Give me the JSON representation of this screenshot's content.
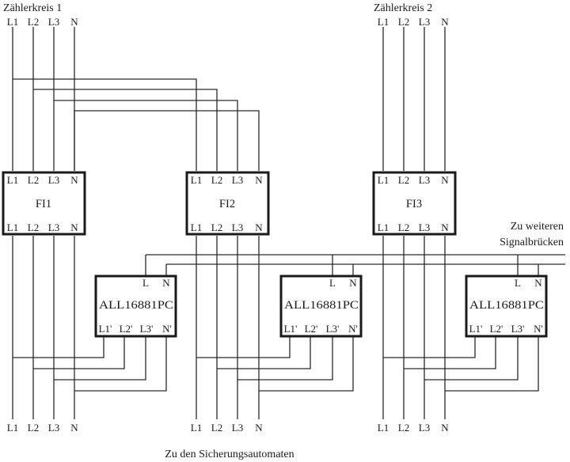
{
  "meters": [
    {
      "title": "Zählerkreis 1",
      "phases": [
        "L1",
        "L2",
        "L3",
        "N"
      ]
    },
    {
      "title": "Zählerkreis 2",
      "phases": [
        "L1",
        "L2",
        "L3",
        "N"
      ]
    }
  ],
  "fi_units": [
    {
      "name": "FI1",
      "top": [
        "L1",
        "L2",
        "L3",
        "N"
      ],
      "bottom": [
        "L1",
        "L2",
        "L3",
        "N"
      ]
    },
    {
      "name": "FI2",
      "top": [
        "L1",
        "L2",
        "L3",
        "N"
      ],
      "bottom": [
        "L1",
        "L2",
        "L3",
        "N"
      ]
    },
    {
      "name": "FI3",
      "top": [
        "L1",
        "L2",
        "L3",
        "N"
      ],
      "bottom": [
        "L1",
        "L2",
        "L3",
        "N"
      ]
    }
  ],
  "bridges": [
    {
      "name": "ALL16881PC",
      "top": [
        "L",
        "N"
      ],
      "bottom": [
        "L1'",
        "L2'",
        "L3'",
        "N'"
      ]
    },
    {
      "name": "ALL16881PC",
      "top": [
        "L",
        "N"
      ],
      "bottom": [
        "L1'",
        "L2'",
        "L3'",
        "N'"
      ]
    },
    {
      "name": "ALL16881PC",
      "top": [
        "L",
        "N"
      ],
      "bottom": [
        "L1'",
        "L2'",
        "L3'",
        "N'"
      ]
    }
  ],
  "outputs": [
    {
      "phases": [
        "L1",
        "L2",
        "L3",
        "N"
      ]
    },
    {
      "phases": [
        "L1",
        "L2",
        "L3",
        "N"
      ]
    },
    {
      "phases": [
        "L1",
        "L2",
        "L3",
        "N"
      ]
    }
  ],
  "notes": {
    "further_line1": "Zu weiteren",
    "further_line2": "Signalbrücken",
    "bottom_caption": "Zu den Sicherungsautomaten"
  }
}
